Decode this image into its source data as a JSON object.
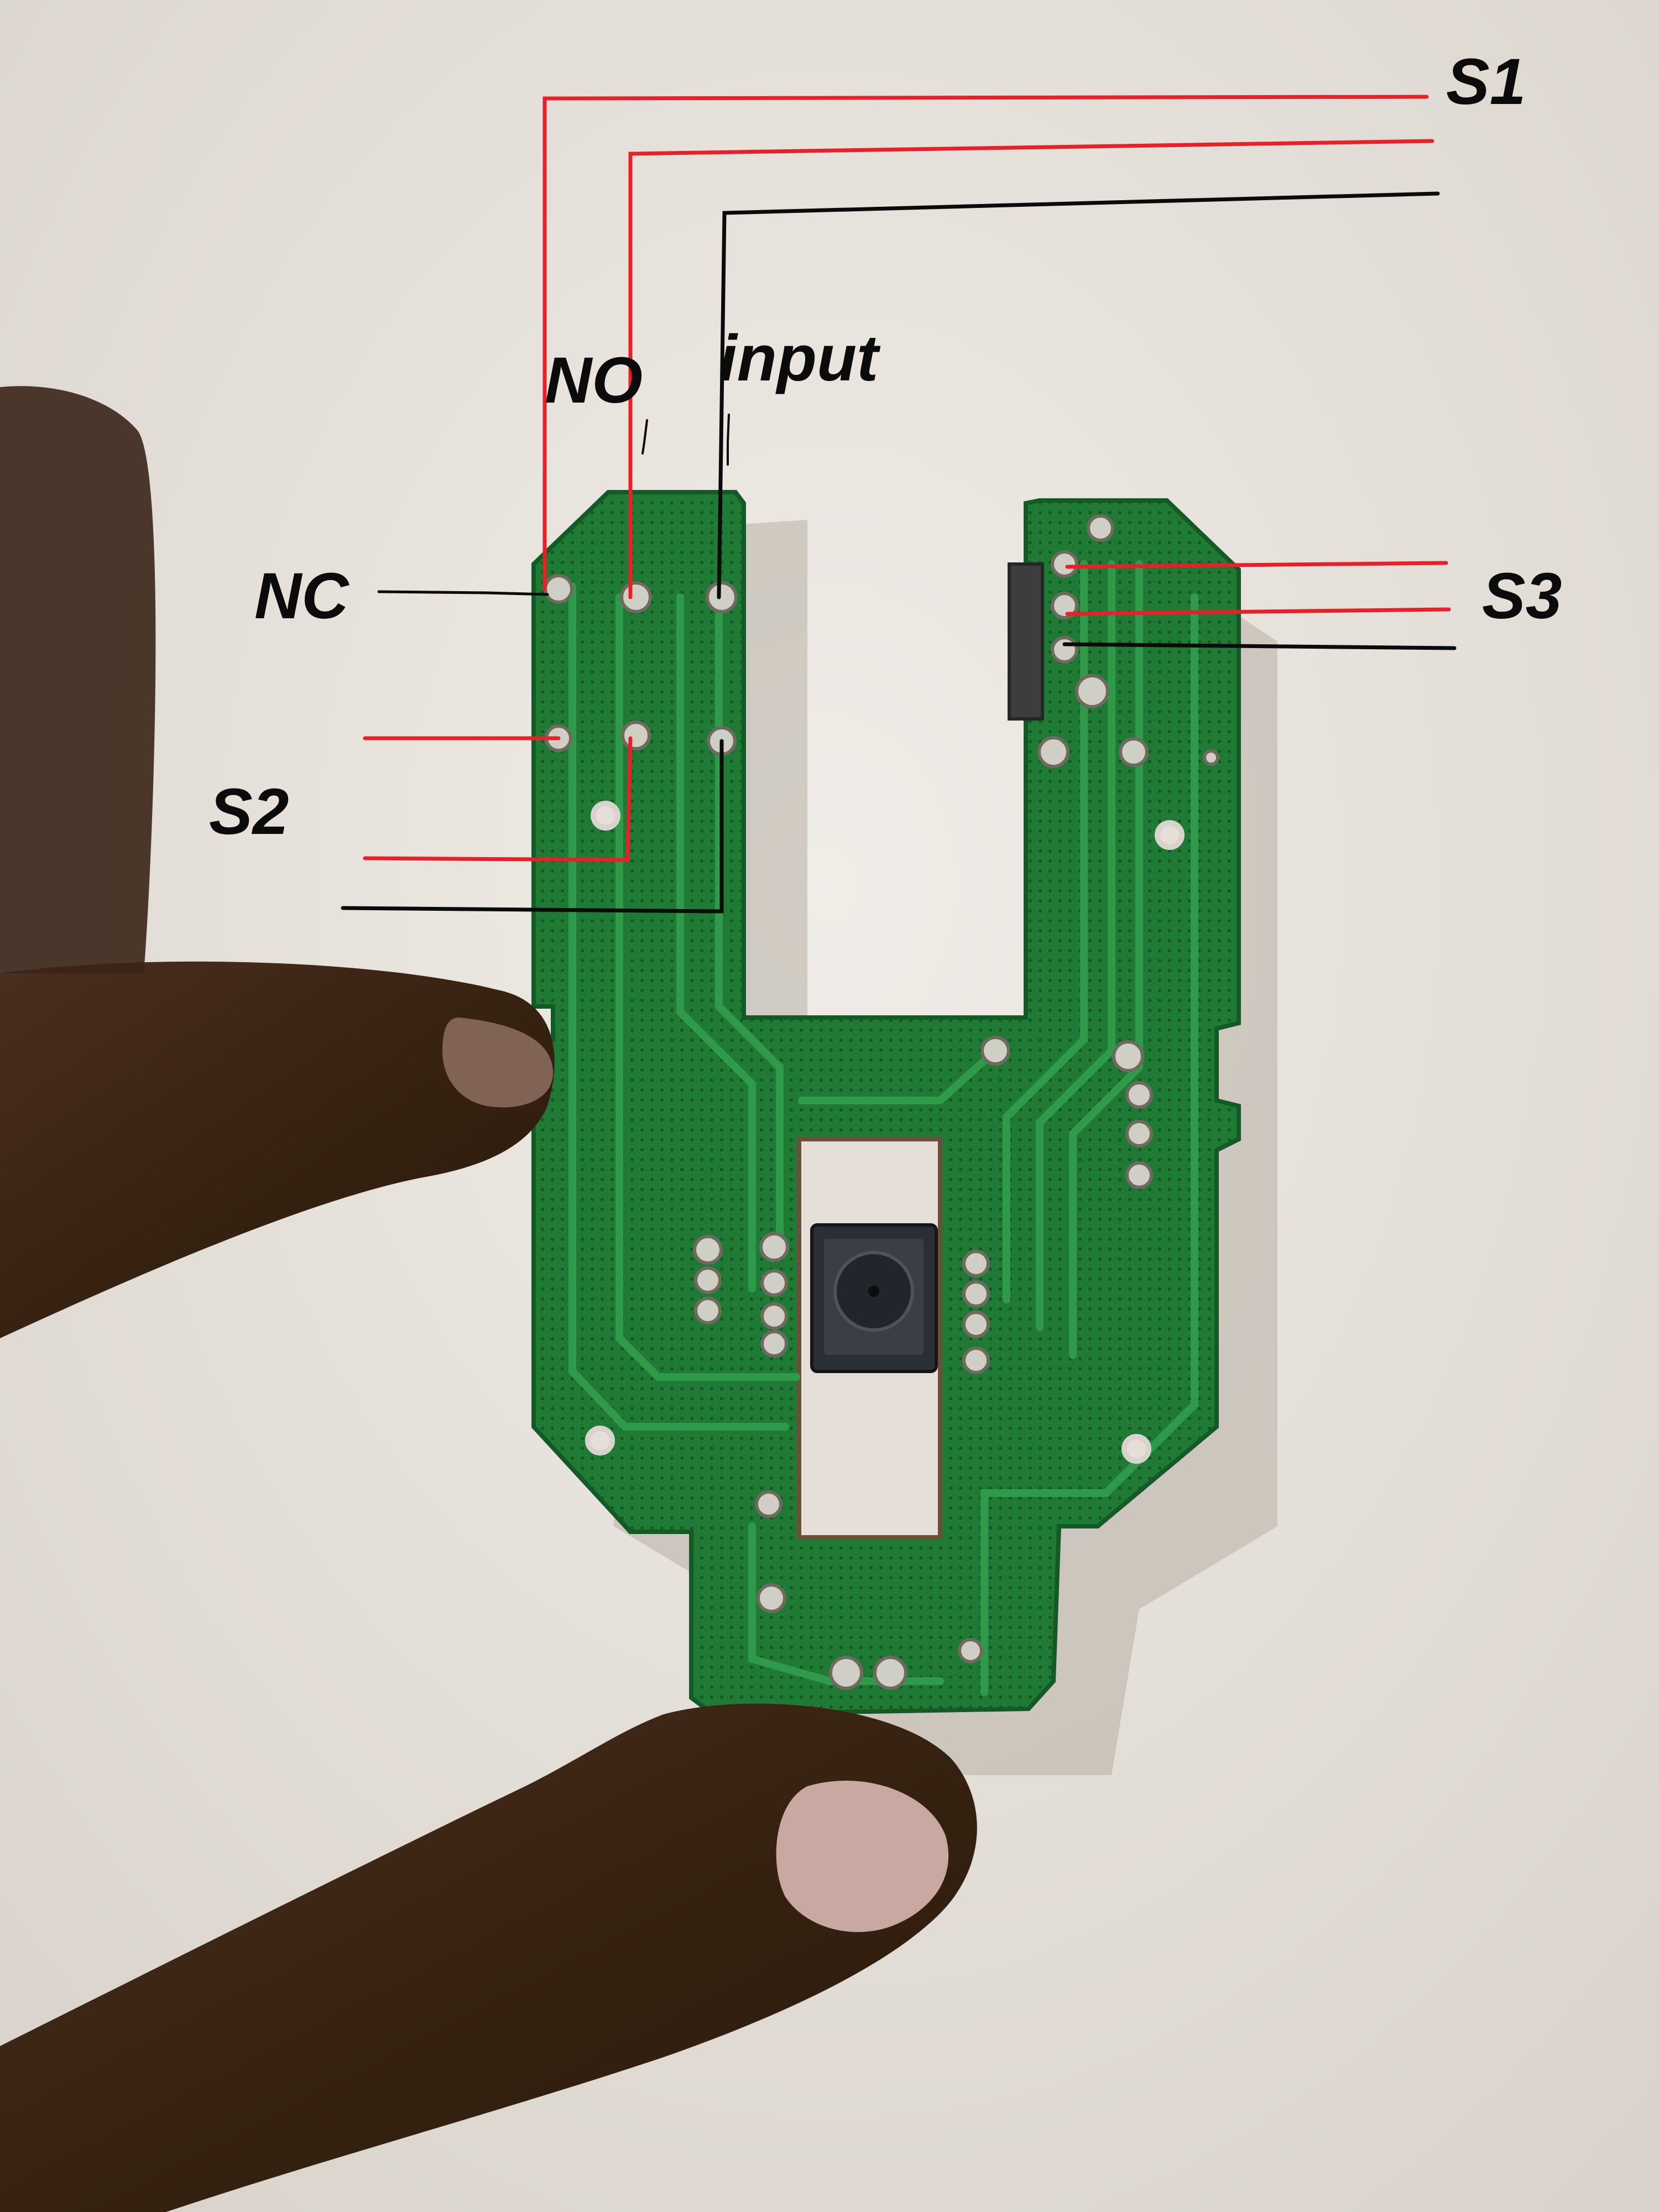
{
  "labels": {
    "s1": "S1",
    "s2": "S2",
    "s3": "S3",
    "nc": "NC",
    "no": "NO",
    "input": "input"
  },
  "colors": {
    "background": "#e9e4de",
    "pcb": "#1f7a35",
    "pcb_dark": "#145a26",
    "trace": "#2f9a4a",
    "pad": "#c9c9c0",
    "skin": "#3a2417",
    "skin_light": "#6b4a3a",
    "nail": "#c8a8a0",
    "red_line": "#e8202a",
    "black_line": "#0b0b0b"
  }
}
